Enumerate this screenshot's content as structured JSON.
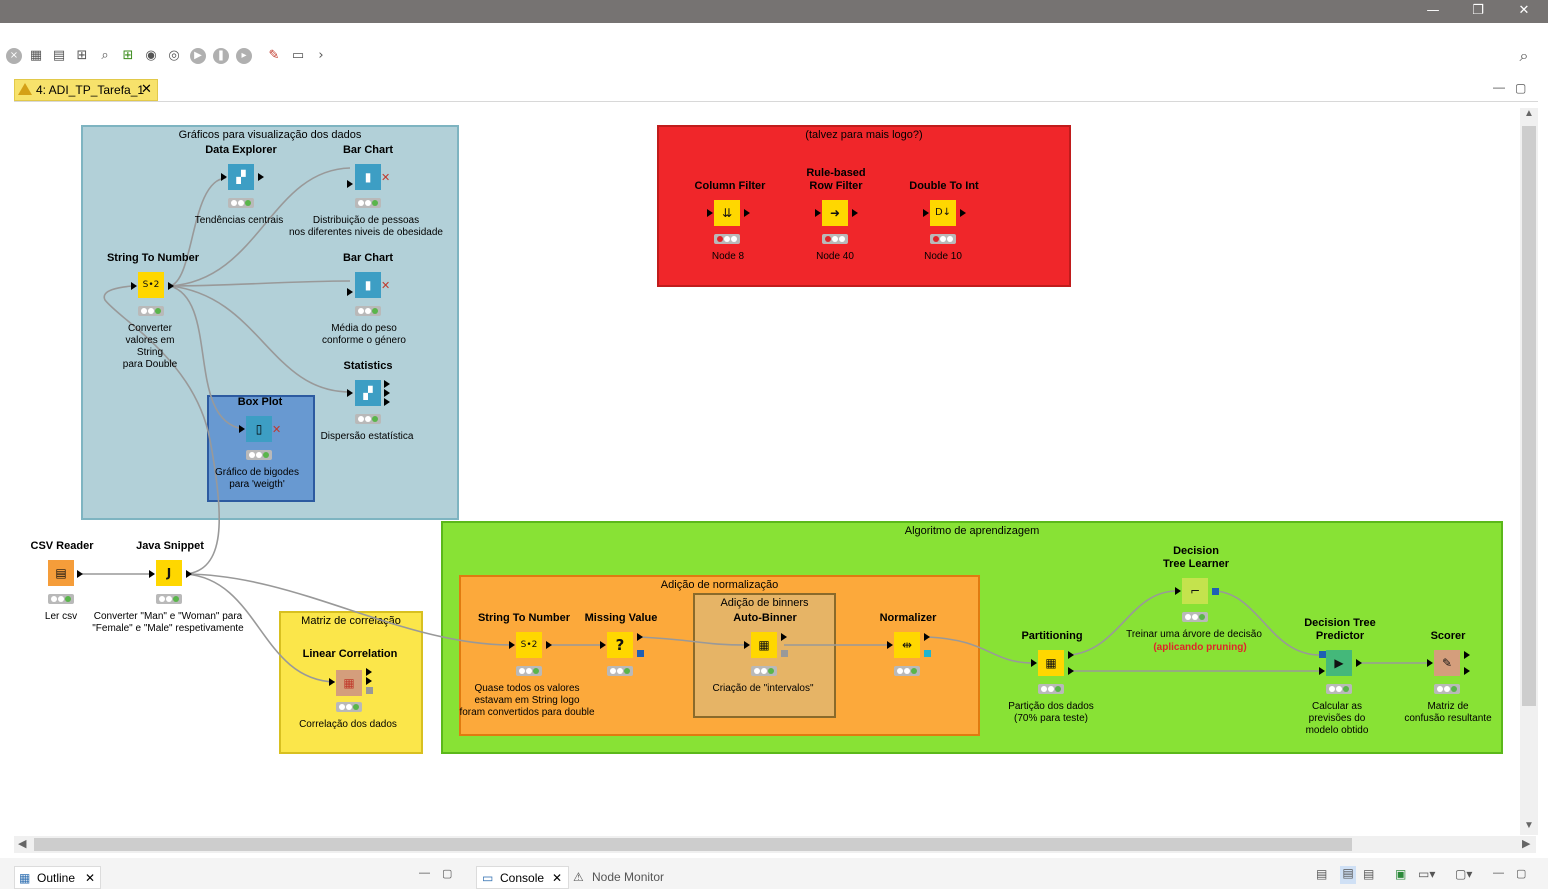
{
  "window": {
    "minimize": "—",
    "restore": "❐",
    "close": "✕"
  },
  "editor_tab": {
    "label": "4: ADI_TP_Tarefa_1",
    "close": "✕"
  },
  "bottom_tabs": {
    "outline": "Outline",
    "console": "Console",
    "node_monitor": "Node Monitor"
  },
  "annotations": {
    "graphics": "Gráficos para visualização dos dados",
    "red": "(talvez para mais logo?)",
    "learning": "Algoritmo de aprendizagem",
    "normalization": "Adição de normalização",
    "binners": "Adição de binners",
    "correlation": "Matriz de correlação"
  },
  "nodes": {
    "data_explorer": {
      "title": "Data Explorer",
      "desc": "Tendências centrais"
    },
    "bar_chart_1": {
      "title": "Bar Chart",
      "desc": "Distribuição de pessoas\nnos diferentes niveis de obesidade"
    },
    "string_to_number_1": {
      "title": "String To Number",
      "desc": "Converter\nvalores em\nString\npara Double",
      "icon": "S•2"
    },
    "bar_chart_2": {
      "title": "Bar Chart",
      "desc": "Média do peso\nconforme o género"
    },
    "statistics": {
      "title": "Statistics",
      "desc": "Dispersão estatística"
    },
    "box_plot": {
      "title": "Box Plot",
      "desc": "Gráfico de bigodes\npara 'weigth'"
    },
    "column_filter": {
      "title": "Column Filter",
      "desc": "Node 8"
    },
    "rule_row_filter": {
      "title": "Rule-based\nRow Filter",
      "desc": "Node 40"
    },
    "double_to_int": {
      "title": "Double To Int",
      "desc": "Node 10"
    },
    "csv_reader": {
      "title": "CSV Reader",
      "desc": "Ler csv"
    },
    "java_snippet": {
      "title": "Java Snippet",
      "desc": "Converter \"Man\" e \"Woman\" para\n\"Female\" e \"Male\" respetivamente",
      "icon": "J"
    },
    "linear_correlation": {
      "title": "Linear Correlation",
      "desc": "Correlação dos dados"
    },
    "string_to_number_2": {
      "title": "String To Number",
      "desc": "Quase todos os valores\nestavam em String logo\nforam convertidos para double",
      "icon": "S•2"
    },
    "missing_value": {
      "title": "Missing Value",
      "icon": "?"
    },
    "auto_binner": {
      "title": "Auto-Binner",
      "desc": "Criação de \"intervalos\""
    },
    "normalizer": {
      "title": "Normalizer"
    },
    "partitioning": {
      "title": "Partitioning",
      "desc": "Partição dos dados\n(70% para teste)"
    },
    "dt_learner": {
      "title": "Decision\nTree Learner",
      "desc": "Treinar uma árvore de decisão",
      "desc2": "(aplicando pruning)"
    },
    "dt_predictor": {
      "title": "Decision Tree\nPredictor",
      "desc": "Calcular as\nprevisões do\nmodelo obtido"
    },
    "scorer": {
      "title": "Scorer",
      "desc": "Matriz de\nconfusão resultante"
    }
  },
  "colors": {
    "graphics_annot": "#b2d0d8",
    "red_annot": "#f0262a",
    "learning_annot": "#88e235",
    "normalization_annot": "#fca93b",
    "binners_annot": "#e6b466",
    "correlation_annot": "#fbe64a",
    "boxplot_annot": "#6899d1",
    "visualizer_node": "#3d9ec4",
    "manipulator_node": "#ffd700",
    "source_node": "#f59d3a",
    "learner_node": "#c4e34d",
    "predictor_node": "#44b87a",
    "scorer_node": "#d49e7c",
    "edge": "#999999"
  }
}
